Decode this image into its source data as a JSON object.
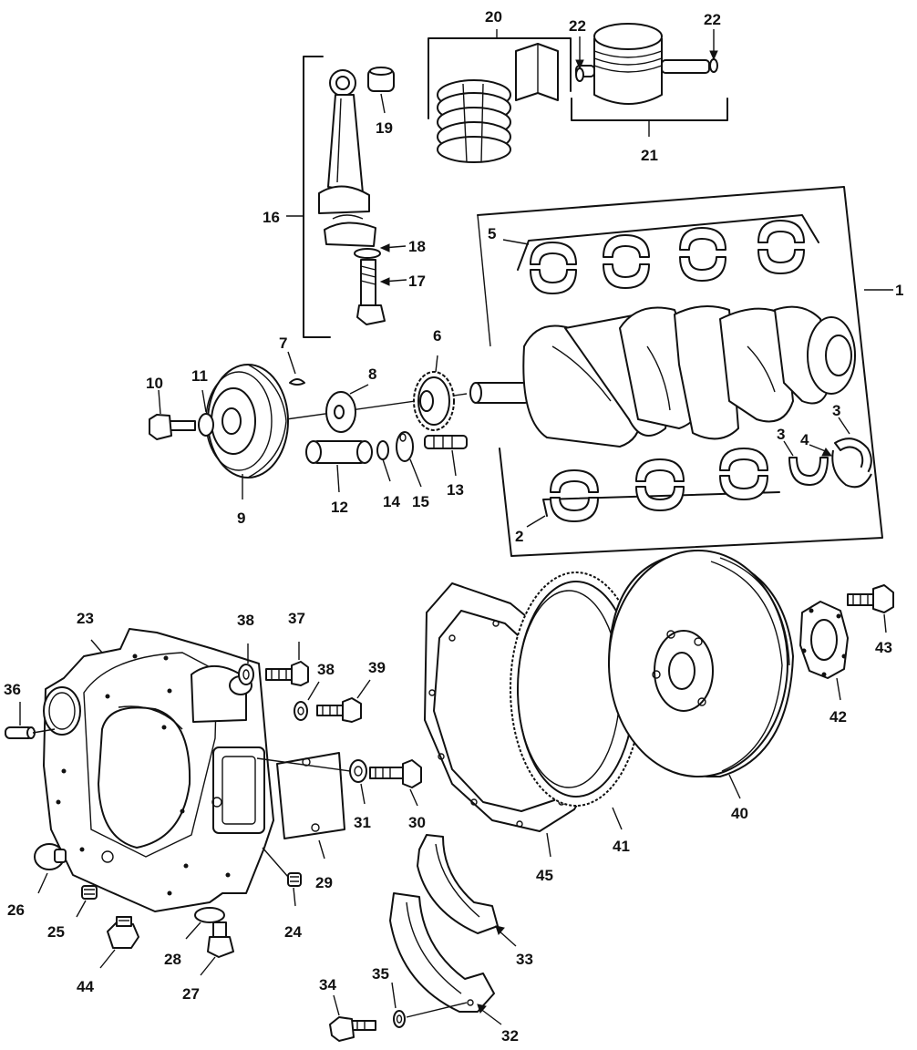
{
  "diagram": {
    "callouts": [
      {
        "id": "c1",
        "text": "1"
      },
      {
        "id": "c2",
        "text": "2"
      },
      {
        "id": "c3a",
        "text": "3"
      },
      {
        "id": "c3b",
        "text": "3"
      },
      {
        "id": "c4",
        "text": "4"
      },
      {
        "id": "c5",
        "text": "5"
      },
      {
        "id": "c6",
        "text": "6"
      },
      {
        "id": "c7",
        "text": "7"
      },
      {
        "id": "c8",
        "text": "8"
      },
      {
        "id": "c9",
        "text": "9"
      },
      {
        "id": "c10",
        "text": "10"
      },
      {
        "id": "c11",
        "text": "11"
      },
      {
        "id": "c12",
        "text": "12"
      },
      {
        "id": "c13",
        "text": "13"
      },
      {
        "id": "c14",
        "text": "14"
      },
      {
        "id": "c15",
        "text": "15"
      },
      {
        "id": "c16",
        "text": "16"
      },
      {
        "id": "c17",
        "text": "17"
      },
      {
        "id": "c18",
        "text": "18"
      },
      {
        "id": "c19",
        "text": "19"
      },
      {
        "id": "c20",
        "text": "20"
      },
      {
        "id": "c21",
        "text": "21"
      },
      {
        "id": "c22a",
        "text": "22"
      },
      {
        "id": "c22b",
        "text": "22"
      },
      {
        "id": "c23",
        "text": "23"
      },
      {
        "id": "c24",
        "text": "24"
      },
      {
        "id": "c25",
        "text": "25"
      },
      {
        "id": "c26",
        "text": "26"
      },
      {
        "id": "c27",
        "text": "27"
      },
      {
        "id": "c28",
        "text": "28"
      },
      {
        "id": "c29",
        "text": "29"
      },
      {
        "id": "c30",
        "text": "30"
      },
      {
        "id": "c31",
        "text": "31"
      },
      {
        "id": "c32",
        "text": "32"
      },
      {
        "id": "c33",
        "text": "33"
      },
      {
        "id": "c34",
        "text": "34"
      },
      {
        "id": "c35",
        "text": "35"
      },
      {
        "id": "c36",
        "text": "36"
      },
      {
        "id": "c37",
        "text": "37"
      },
      {
        "id": "c38a",
        "text": "38"
      },
      {
        "id": "c38b",
        "text": "38"
      },
      {
        "id": "c39",
        "text": "39"
      },
      {
        "id": "c40",
        "text": "40"
      },
      {
        "id": "c41",
        "text": "41"
      },
      {
        "id": "c42",
        "text": "42"
      },
      {
        "id": "c43",
        "text": "43"
      },
      {
        "id": "c44",
        "text": "44"
      },
      {
        "id": "c45",
        "text": "45"
      }
    ]
  }
}
